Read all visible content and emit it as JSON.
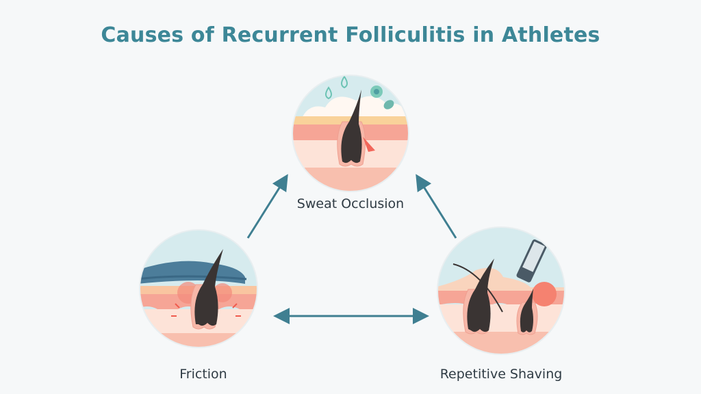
{
  "title": "Causes of Recurrent Folliculitis in Athletes",
  "nodes": [
    {
      "label": "Sweat Occlusion",
      "icon": "sweat-occlusion-illustration"
    },
    {
      "label": "Friction",
      "icon": "friction-illustration"
    },
    {
      "label": "Repetitive Shaving",
      "icon": "shaving-illustration"
    }
  ],
  "colors": {
    "title": "#3d8797",
    "arrow": "#3f7f91",
    "sky": "#d6ebee",
    "skin_top": "#f6a596",
    "skin_mid": "#fde3d8",
    "skin_low": "#f8bfae",
    "hair": "#3a3433"
  }
}
